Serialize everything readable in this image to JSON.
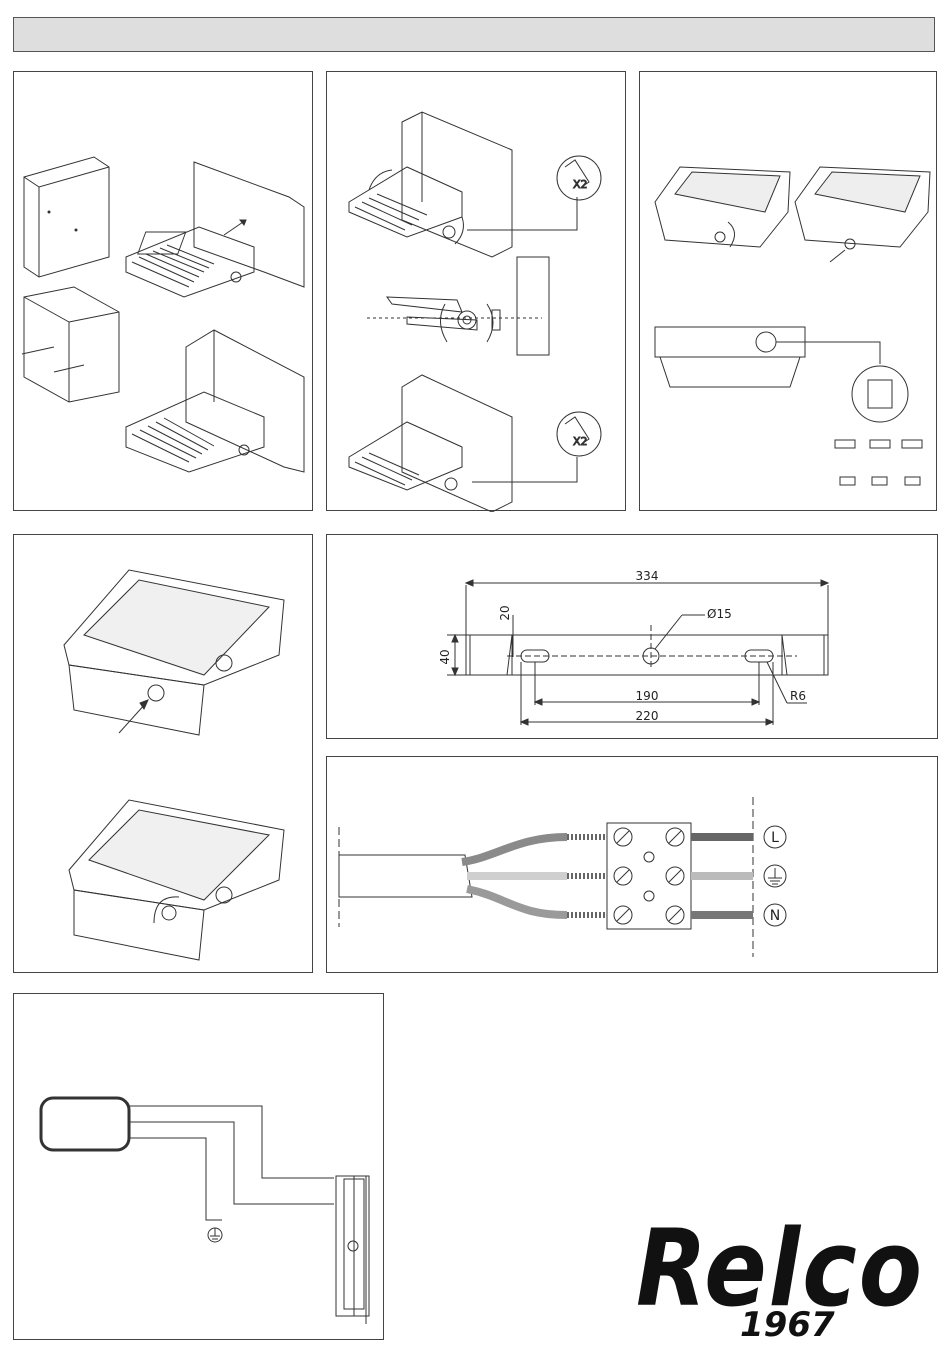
{
  "dimensions": {
    "total_width": "334",
    "bracket_height": "40",
    "flange": "20",
    "hole_diameter": "Ø15",
    "slot_spacing": "190",
    "slot_outer": "220",
    "slot_radius": "R6"
  },
  "wiring": {
    "live": "L",
    "neutral": "N"
  },
  "hex_key_label": "X2",
  "brand": {
    "name": "Relco",
    "year": "1967"
  },
  "colors": {
    "header": "#dedede",
    "line": "#333333",
    "wire_live": "#8a8a8a",
    "wire_neutral": "#9a9a9a"
  }
}
